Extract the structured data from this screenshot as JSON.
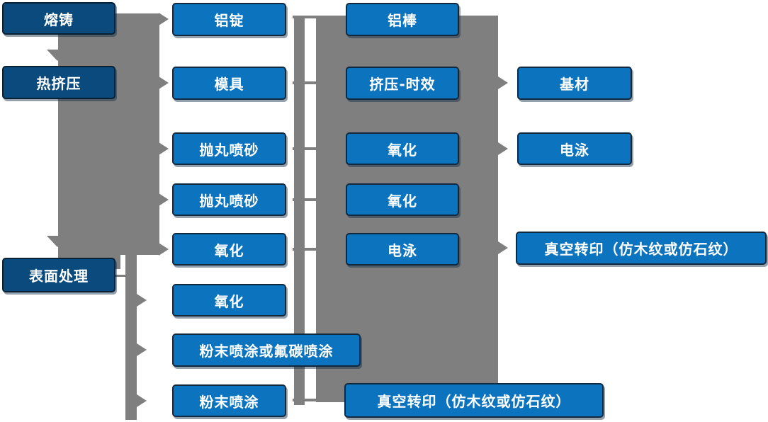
{
  "colors": {
    "node_fill": "#0c73bf",
    "node_fill_dark": "#0b4a7c",
    "node_border": "#10293f",
    "connector_gray": "#7f7f7f",
    "text": "#ffffff",
    "background": "#ffffff"
  },
  "nodes": {
    "c1": [
      {
        "label": "熔铸"
      },
      {
        "label": "热挤压"
      },
      {
        "label": "表面处理"
      }
    ],
    "c2": [
      {
        "label": "铝锭"
      },
      {
        "label": "模具"
      },
      {
        "label": "抛丸喷砂"
      },
      {
        "label": "抛丸喷砂"
      },
      {
        "label": "氧化"
      },
      {
        "label": "氧化"
      },
      {
        "label": "粉末喷涂或氟碳喷涂"
      },
      {
        "label": "粉末喷涂"
      }
    ],
    "c3": [
      {
        "label": "铝棒"
      },
      {
        "label": "挤压-时效"
      },
      {
        "label": "氧化"
      },
      {
        "label": "氧化"
      },
      {
        "label": "电泳"
      },
      {
        "label": "真空转印（仿木纹或仿石纹）"
      }
    ],
    "c4": [
      {
        "label": "基材"
      },
      {
        "label": "电泳"
      },
      {
        "label": "真空转印（仿木纹或仿石纹）"
      }
    ]
  }
}
